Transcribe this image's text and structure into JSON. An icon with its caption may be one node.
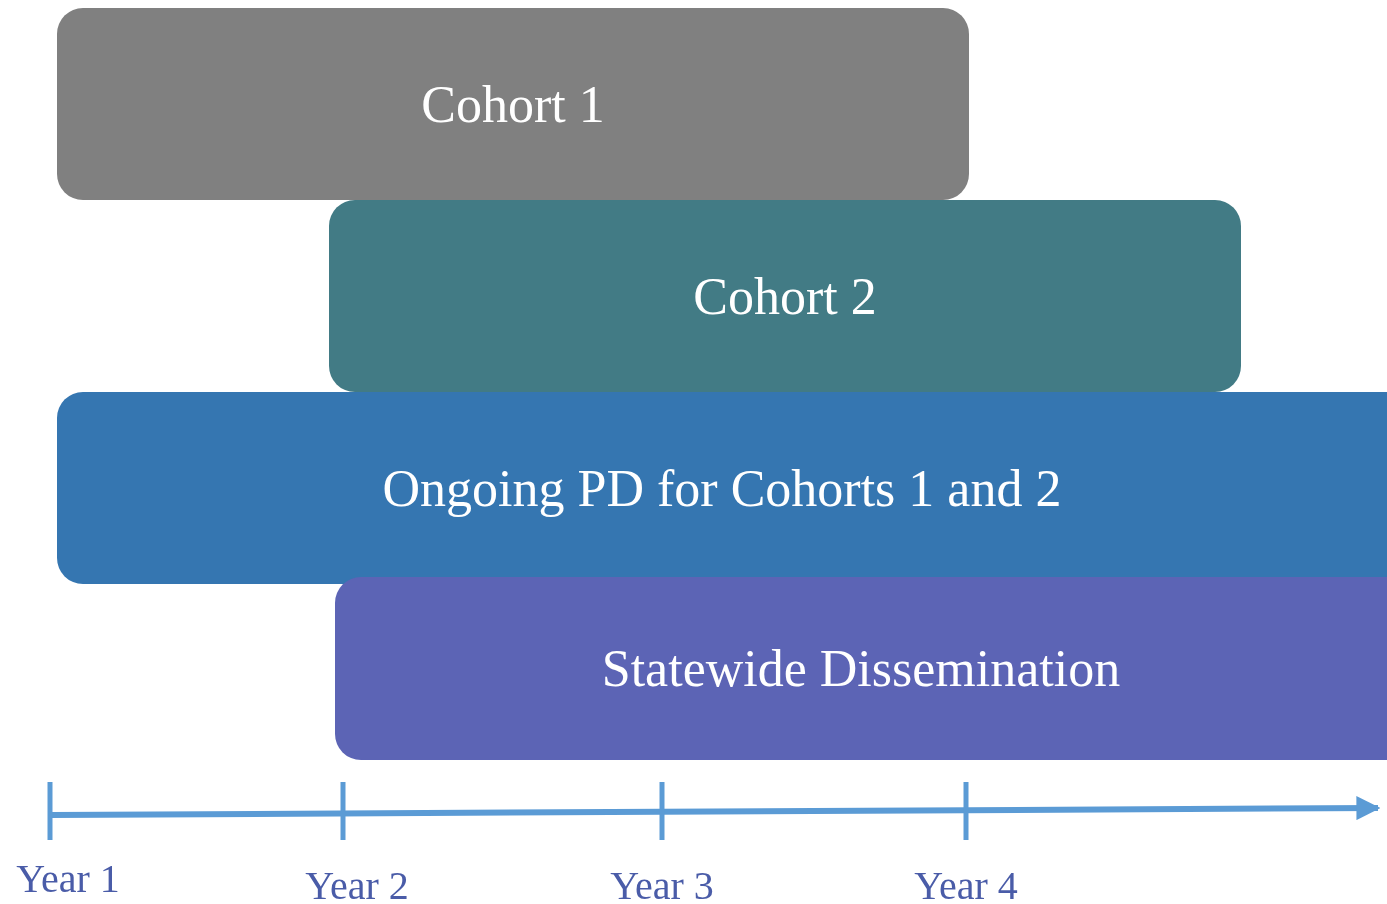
{
  "diagram": {
    "nodes": [
      {
        "text": [
          "Cohort 1"
        ]
      },
      {
        "text": [
          "Cohort 2"
        ]
      },
      {
        "text": [
          "Ongoing PD for Cohorts 1 and 2"
        ]
      },
      {
        "text": [
          "Statewide Dissemination"
        ]
      }
    ],
    "labels": [
      "Year 1",
      "Year 2",
      "Year 3",
      "Year 4"
    ]
  }
}
